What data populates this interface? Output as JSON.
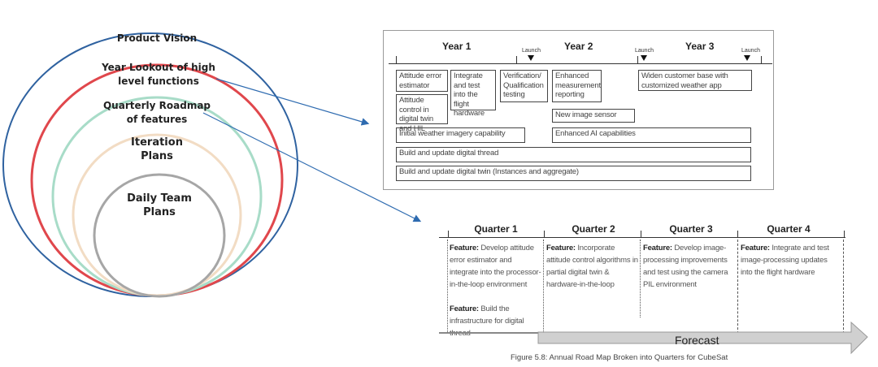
{
  "circles": {
    "labels": [
      {
        "lines": [
          "Product Vision"
        ],
        "color": "#2f62a0"
      },
      {
        "lines": [
          "Year Lookout of high",
          "level functions"
        ],
        "color": "#e0474c"
      },
      {
        "lines": [
          "Quarterly Roadmap",
          "of features"
        ],
        "color": "#a8dcc8"
      },
      {
        "lines": [
          "Iteration",
          "Plans"
        ],
        "color": "#f2dcc4"
      },
      {
        "lines": [
          "Daily Team",
          "Plans"
        ],
        "color": "#a6a6a6"
      }
    ]
  },
  "year_roadmap": {
    "years": [
      "Year 1",
      "Year 2",
      "Year 3"
    ],
    "launch_label": "Launch",
    "items": [
      {
        "text": "Attitude error estimator"
      },
      {
        "text": "Attitude control in digital twin and HIL"
      },
      {
        "text": "Integrate and test into the flight hardware"
      },
      {
        "text": "Verification/ Qualification testing"
      },
      {
        "text": "Enhanced measurement reporting"
      },
      {
        "text": "New image sensor"
      },
      {
        "text": "Widen customer base with customized weather app"
      },
      {
        "text": "Initial weather imagery capability"
      },
      {
        "text": "Enhanced AI capabilities"
      },
      {
        "text": "Build and update digital thread"
      },
      {
        "text": "Build and update digital twin (Instances and aggregate)"
      }
    ]
  },
  "quarter_roadmap": {
    "quarters": [
      {
        "title": "Quarter 1",
        "features": [
          {
            "label": "Feature:",
            "text": "Develop attitude error estimator and integrate into the processor-in-the-loop environment"
          },
          {
            "label": "Feature:",
            "text": "Build the infrastructure for digital thread"
          }
        ]
      },
      {
        "title": "Quarter 2",
        "features": [
          {
            "label": "Feature:",
            "text": "Incorporate attitude control algorithms in partial digital twin & hardware-in-the-loop"
          }
        ]
      },
      {
        "title": "Quarter 3",
        "features": [
          {
            "label": "Feature:",
            "text": "Develop image-processing improvements and test using the camera PIL environment"
          }
        ]
      },
      {
        "title": "Quarter 4",
        "features": [
          {
            "label": "Feature:",
            "text": "Integrate and test image-processing updates into the flight hardware"
          }
        ]
      }
    ],
    "forecast_label": "Forecast",
    "caption": "Figure 5.8: Annual Road Map Broken into Quarters for CubeSat"
  },
  "connectors": [
    {
      "from": "Year Lookout of high level functions",
      "to": "Year roadmap"
    },
    {
      "from": "Quarterly Roadmap of features",
      "to": "Quarter roadmap"
    }
  ],
  "colors": {
    "arrow": "#2e6bb0",
    "forecast_fill": "#d0d0d0"
  }
}
